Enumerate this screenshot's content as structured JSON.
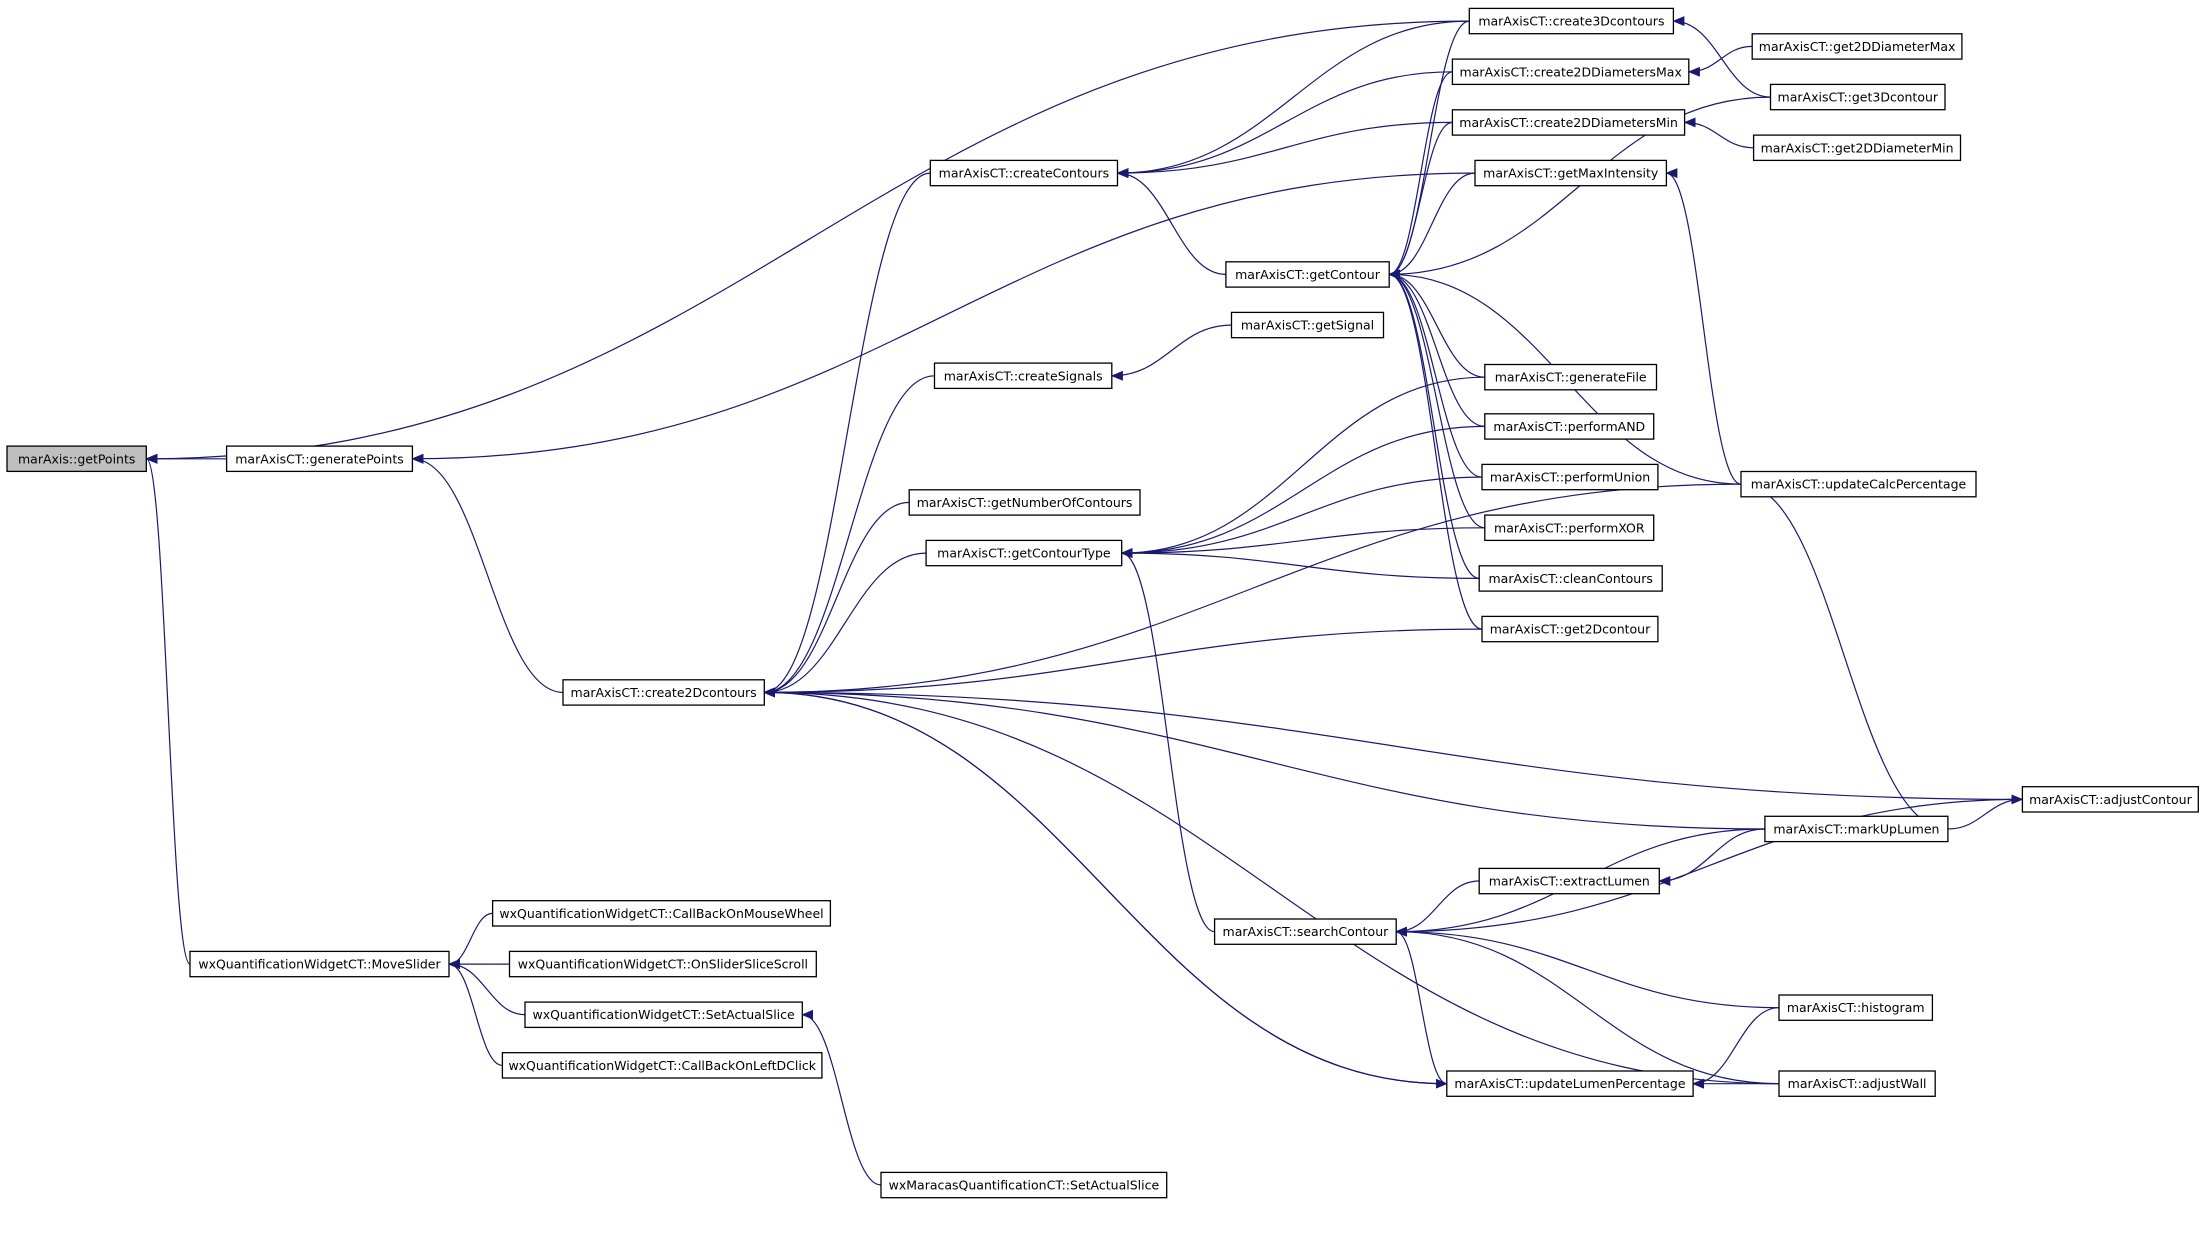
{
  "colors": {
    "edge": "#191970",
    "node_border": "#000000",
    "root_fill": "#bfbfbf",
    "node_fill": "#ffffff"
  },
  "root": "n_getPoints",
  "nodes": [
    {
      "id": "n_getPoints",
      "label": "marAxis::getPoints"
    },
    {
      "id": "n_generatePoints",
      "label": "marAxisCT::generatePoints"
    },
    {
      "id": "n_moveSlider",
      "label": "wxQuantificationWidgetCT::MoveSlider"
    },
    {
      "id": "n_create3D",
      "label": "marAxisCT::create3Dcontours"
    },
    {
      "id": "n_create2DMax",
      "label": "marAxisCT::create2DDiametersMax"
    },
    {
      "id": "n_create2DMin",
      "label": "marAxisCT::create2DDiametersMin"
    },
    {
      "id": "n_get2DMax",
      "label": "marAxisCT::get2DDiameterMax"
    },
    {
      "id": "n_get3Dcontour",
      "label": "marAxisCT::get3Dcontour"
    },
    {
      "id": "n_get2DMin",
      "label": "marAxisCT::get2DDiameterMin"
    },
    {
      "id": "n_createContours",
      "label": "marAxisCT::createContours"
    },
    {
      "id": "n_getMaxIntensity",
      "label": "marAxisCT::getMaxIntensity"
    },
    {
      "id": "n_getContour",
      "label": "marAxisCT::getContour"
    },
    {
      "id": "n_getSignal",
      "label": "marAxisCT::getSignal"
    },
    {
      "id": "n_createSignals",
      "label": "marAxisCT::createSignals"
    },
    {
      "id": "n_generateFile",
      "label": "marAxisCT::generateFile"
    },
    {
      "id": "n_performAND",
      "label": "marAxisCT::performAND"
    },
    {
      "id": "n_performUnion",
      "label": "marAxisCT::performUnion"
    },
    {
      "id": "n_performXOR",
      "label": "marAxisCT::performXOR"
    },
    {
      "id": "n_cleanContours",
      "label": "marAxisCT::cleanContours"
    },
    {
      "id": "n_get2Dcontour",
      "label": "marAxisCT::get2Dcontour"
    },
    {
      "id": "n_getNumberOfContours",
      "label": "marAxisCT::getNumberOfContours"
    },
    {
      "id": "n_getContourType",
      "label": "marAxisCT::getContourType"
    },
    {
      "id": "n_updateCalc",
      "label": "marAxisCT::updateCalcPercentage"
    },
    {
      "id": "n_create2Dcontours",
      "label": "marAxisCT::create2Dcontours"
    },
    {
      "id": "n_adjustContour",
      "label": "marAxisCT::adjustContour"
    },
    {
      "id": "n_markUpLumen",
      "label": "marAxisCT::markUpLumen"
    },
    {
      "id": "n_extractLumen",
      "label": "marAxisCT::extractLumen"
    },
    {
      "id": "n_searchContour",
      "label": "marAxisCT::searchContour"
    },
    {
      "id": "n_histogram",
      "label": "marAxisCT::histogram"
    },
    {
      "id": "n_updateLumen",
      "label": "marAxisCT::updateLumenPercentage"
    },
    {
      "id": "n_adjustWall",
      "label": "marAxisCT::adjustWall"
    },
    {
      "id": "n_cbMouseWheel",
      "label": "wxQuantificationWidgetCT::CallBackOnMouseWheel"
    },
    {
      "id": "n_onSliderScroll",
      "label": "wxQuantificationWidgetCT::OnSliderSliceScroll"
    },
    {
      "id": "n_setActualSlice",
      "label": "wxQuantificationWidgetCT::SetActualSlice"
    },
    {
      "id": "n_cbLeftDClick",
      "label": "wxQuantificationWidgetCT::CallBackOnLeftDClick"
    },
    {
      "id": "n_wxMaracasSetSlice",
      "label": "wxMaracasQuantificationCT::SetActualSlice"
    }
  ],
  "edges": [
    {
      "from": "n_generatePoints",
      "to": "n_getPoints"
    },
    {
      "from": "n_create3D",
      "to": "n_getPoints"
    },
    {
      "from": "n_moveSlider",
      "to": "n_getPoints"
    },
    {
      "from": "n_getMaxIntensity",
      "to": "n_generatePoints"
    },
    {
      "from": "n_create2Dcontours",
      "to": "n_generatePoints"
    },
    {
      "from": "n_create3D",
      "to": "n_createContours"
    },
    {
      "from": "n_create2DMax",
      "to": "n_createContours"
    },
    {
      "from": "n_create2DMin",
      "to": "n_createContours"
    },
    {
      "from": "n_getContour",
      "to": "n_createContours"
    },
    {
      "from": "n_get2DMax",
      "to": "n_create2DMax"
    },
    {
      "from": "n_get2DMin",
      "to": "n_create2DMin"
    },
    {
      "from": "n_get3Dcontour",
      "to": "n_create3D"
    },
    {
      "from": "n_updateCalc",
      "to": "n_getMaxIntensity"
    },
    {
      "from": "n_create3D",
      "to": "n_getContour"
    },
    {
      "from": "n_create2DMax",
      "to": "n_getContour"
    },
    {
      "from": "n_create2DMin",
      "to": "n_getContour"
    },
    {
      "from": "n_getMaxIntensity",
      "to": "n_getContour"
    },
    {
      "from": "n_get3Dcontour",
      "to": "n_getContour"
    },
    {
      "from": "n_generateFile",
      "to": "n_getContour"
    },
    {
      "from": "n_performAND",
      "to": "n_getContour"
    },
    {
      "from": "n_performUnion",
      "to": "n_getContour"
    },
    {
      "from": "n_performXOR",
      "to": "n_getContour"
    },
    {
      "from": "n_cleanContours",
      "to": "n_getContour"
    },
    {
      "from": "n_get2Dcontour",
      "to": "n_getContour"
    },
    {
      "from": "n_updateCalc",
      "to": "n_getContour"
    },
    {
      "from": "n_getSignal",
      "to": "n_createSignals"
    },
    {
      "from": "n_generateFile",
      "to": "n_getContourType"
    },
    {
      "from": "n_performAND",
      "to": "n_getContourType"
    },
    {
      "from": "n_performUnion",
      "to": "n_getContourType"
    },
    {
      "from": "n_performXOR",
      "to": "n_getContourType"
    },
    {
      "from": "n_cleanContours",
      "to": "n_getContourType"
    },
    {
      "from": "n_searchContour",
      "to": "n_getContourType"
    },
    {
      "from": "n_createContours",
      "to": "n_create2Dcontours"
    },
    {
      "from": "n_createSignals",
      "to": "n_create2Dcontours"
    },
    {
      "from": "n_getNumberOfContours",
      "to": "n_create2Dcontours"
    },
    {
      "from": "n_getContourType",
      "to": "n_create2Dcontours"
    },
    {
      "from": "n_get2Dcontour",
      "to": "n_create2Dcontours"
    },
    {
      "from": "n_updateCalc",
      "to": "n_create2Dcontours"
    },
    {
      "from": "n_adjustContour",
      "to": "n_create2Dcontours"
    },
    {
      "from": "n_markUpLumen",
      "to": "n_create2Dcontours"
    },
    {
      "from": "n_updateLumen",
      "to": "n_create2Dcontours"
    },
    {
      "from": "n_adjustWall",
      "to": "n_create2Dcontours"
    },
    {
      "from": "n_markUpLumen",
      "to": "n_adjustContour"
    },
    {
      "from": "n_markUpLumen",
      "to": "n_extractLumen"
    },
    {
      "from": "n_extractLumen",
      "to": "n_searchContour"
    },
    {
      "from": "n_markUpLumen",
      "to": "n_searchContour"
    },
    {
      "from": "n_adjustContour",
      "to": "n_searchContour"
    },
    {
      "from": "n_histogram",
      "to": "n_searchContour"
    },
    {
      "from": "n_adjustWall",
      "to": "n_searchContour"
    },
    {
      "from": "n_updateLumen",
      "to": "n_searchContour"
    },
    {
      "from": "n_histogram",
      "to": "n_updateLumen"
    },
    {
      "from": "n_adjustWall",
      "to": "n_updateLumen"
    },
    {
      "from": "n_markUpLumen",
      "to": "n_updateCalc"
    },
    {
      "from": "n_create2Dcontours",
      "to": "n_updateLumen"
    },
    {
      "from": "n_cbMouseWheel",
      "to": "n_moveSlider"
    },
    {
      "from": "n_onSliderScroll",
      "to": "n_moveSlider"
    },
    {
      "from": "n_setActualSlice",
      "to": "n_moveSlider"
    },
    {
      "from": "n_cbLeftDClick",
      "to": "n_moveSlider"
    },
    {
      "from": "n_wxMaracasSetSlice",
      "to": "n_setActualSlice"
    }
  ]
}
